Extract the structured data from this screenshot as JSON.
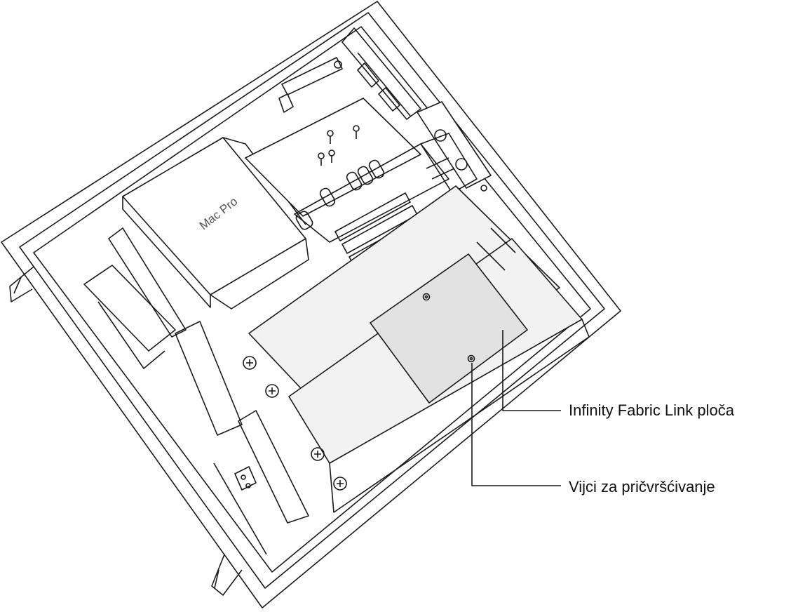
{
  "figure": {
    "device_logo_text": "Mac Pro",
    "callouts": {
      "infinity_fabric_plate": "Infinity Fabric Link ploča",
      "mounting_screws": "Vijci za pričvršćivanje"
    }
  },
  "colors": {
    "line": "#1a1a1a",
    "panel_fill": "#f2f2f2",
    "plate_fill": "#e2e2e2",
    "background": "#ffffff"
  }
}
